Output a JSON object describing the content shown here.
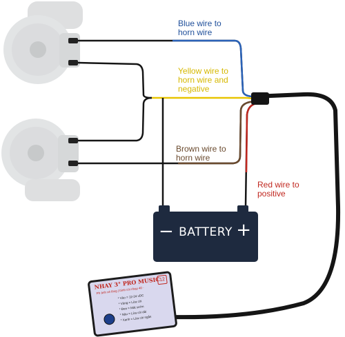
{
  "labels": {
    "blue": [
      "Blue wire to",
      "horn wire"
    ],
    "yellow": [
      "Yellow wire to",
      "horn wire and",
      "negative"
    ],
    "brown": [
      "Brown wire to",
      "horn wire"
    ],
    "red": [
      "Red wire to",
      "positive"
    ]
  },
  "battery": {
    "label": "BATTERY",
    "minus": "−",
    "plus": "+"
  },
  "module": {
    "title": "NHAY 3° PRO MUSIC",
    "number": "12",
    "subtitle": "Ph ánh xè lông | bình còi nhạy 40 ·",
    "lines": [
      "* Vào = 12-24 vDC",
      "* Vàng = Lửa còi",
      "* Đen = Mát sườn",
      "* Nâu = Lửa còi dài",
      "* Xanh = Lửa còi ngắn"
    ]
  },
  "colors": {
    "blue": "#2a62b8",
    "yellow": "#e8c400",
    "brown": "#6a4a2e",
    "red": "#c0271f",
    "black": "#151515",
    "battery": "#1e2a3f"
  }
}
